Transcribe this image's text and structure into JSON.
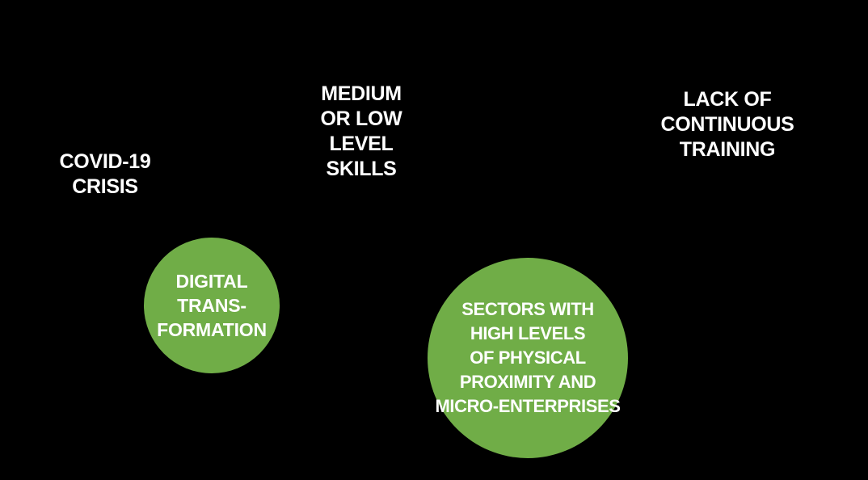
{
  "colors": {
    "background": "#000000",
    "circle_green": "#70AD47",
    "text": "#FFFFFF"
  },
  "labels": {
    "covid": {
      "lines": [
        "COVID-19",
        "CRISIS"
      ]
    },
    "skills": {
      "lines": [
        "MEDIUM",
        "OR LOW",
        "LEVEL",
        "SKILLS"
      ]
    },
    "training": {
      "lines": [
        "LACK OF",
        "CONTINUOUS",
        "TRAINING"
      ]
    }
  },
  "circles": {
    "digital": {
      "lines": [
        "DIGITAL",
        "TRANS-",
        "FORMATION"
      ]
    },
    "sectors": {
      "lines": [
        "SECTORS WITH",
        "HIGH LEVELS",
        "OF PHYSICAL",
        "PROXIMITY AND",
        "MICRO-ENTERPRISES"
      ]
    }
  }
}
